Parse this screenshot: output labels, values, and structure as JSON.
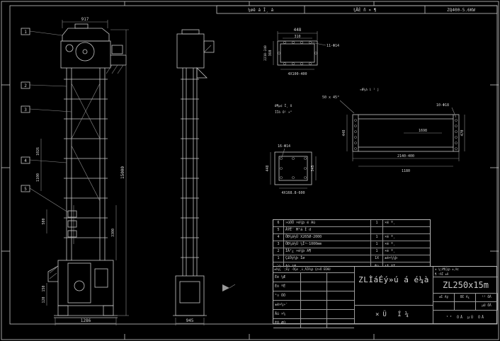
{
  "top_bar": {
    "cell1": "¼øê á Î¸ á",
    "cell2": "¾ÅÈ ñ » ¶",
    "cell3": "ZQ400-5.6KW"
  },
  "balloons": {
    "b1": "1",
    "b2": "2",
    "b3": "3",
    "b4": "4",
    "b5": "5"
  },
  "front_view": {
    "dim_top": "917",
    "dim_height": "15000",
    "dim_mid": "3300",
    "dim_a": "1026",
    "dim_b": "1100",
    "dim_c": "500",
    "dim_d": "150",
    "dim_e": "120",
    "dim_base": "1286"
  },
  "side_view": {
    "dim_base": "945"
  },
  "detail_flange": {
    "dim_width": "448",
    "dim_width2": "310",
    "dim_h1": "360",
    "dim_h2": "2210-240",
    "holes": "11-Φ14",
    "spacing": "4X100-400"
  },
  "notes": {
    "chamfer": "50 x 45°",
    "n1": "¤Ø¼à ì ¹ j",
    "n2": "Ø¶µ¢ Î¸ ß",
    "n3": "ÎÏò Ò¹ ×°"
  },
  "detail_casing": {
    "holes": "10-Φ18",
    "dim_inner": "1698",
    "dim_bottom1": "2140-400",
    "dim_bottom2": "1180",
    "dim_left": "448",
    "dim_right": "470"
  },
  "detail_plate": {
    "holes": "16-Φ14",
    "dim_left": "448",
    "dim_right": "345",
    "dim_bottom": "4X168.8-600"
  },
  "parts_table": {
    "rows": [
      {
        "no": "6",
        "name": "»úÕÖ ×é¼þ é Aù",
        "qty": "1",
        "mat": "×é º¸"
      },
      {
        "no": "5",
        "name": "ÂÝË¨ M¹á Í d",
        "qty": "",
        "mat": ""
      },
      {
        "no": "4",
        "name": "ÖÐ¼ä½Ú X265Ø-2000",
        "qty": "1",
        "mat": "×é º¸"
      },
      {
        "no": "3",
        "name": "ÖÐ¼ä½Ú ¼Ï¬-1000mm",
        "qty": "1",
        "mat": "×é º¸"
      },
      {
        "no": "2",
        "name": "ÏÂ²¿ ×é¼þ A¶",
        "qty": "1",
        "mat": "×é º¸"
      },
      {
        "no": "1",
        "name": "Ç£Òý¼þ Íø",
        "qty": "1X",
        "mat": "±ê×¼¼þ"
      }
    ],
    "header": {
      "col1": "´ú",
      "col2": "Ãû   ³Æ",
      "col3": "Êý",
      "col4": "²Ä  ÁÏ"
    }
  },
  "title_block": {
    "rev_strip": "±ê¼Ç ´¦Êý ·ÖÇø ¸ü¸ÄÎÄ¼þ Ç©×Ö ÈÕÆÚ",
    "left_rows": [
      {
        "label": "Éè ¼Æ"
      },
      {
        "label": "Éó ºË"
      },
      {
        "label": "¹¤ ÒÕ"
      },
      {
        "label": "±ê×¼»¯"
      },
      {
        "label": "Åú ×¼"
      },
      {
        "label": "ÈÕ ÆÚ"
      }
    ],
    "big_title": "ZLÌáÉý»ú á é¼à",
    "sub_title": "×Ü  Í¼",
    "model": "ZL250x15m",
    "right_note1": "± ¾¦X¶Ç¼þ ±,X¢",
    "right_note2": "¶ ²ÁÏ ±À",
    "grid": {
      "c1": "±È Àý",
      "c2": "ÖÊ Á¿",
      "c3": "¹² ÕÅ",
      "c4": "",
      "c5": "",
      "c6": "µÚ ÕÅ"
    },
    "bottom": "¹² ÕÅ   µÚ ÕÅ"
  }
}
